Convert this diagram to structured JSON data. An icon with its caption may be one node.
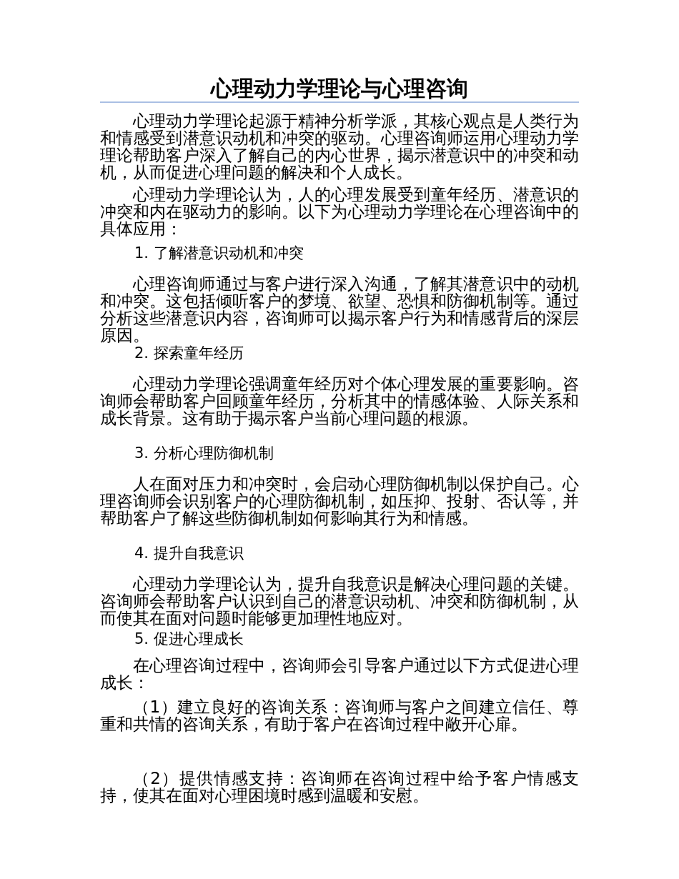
{
  "diagram": {
    "title": "心理动力学理论与心理咨询",
    "labels": [
      "心理动力学理论起源于精神分析学派，其核心观点是人类行为和情感受到潜意识动机和冲突的驱动。心理咨询师运用心理动力学理论帮助客户深入了解自己的内心世界，揭示潜意识中的冲突和动机，从而促进心理问题的解决和个人成长。",
      "心理动力学理论认为，人的心理发展受到童年经历、潜意识的冲突和内在驱动力的影响。以下为心理动力学理论在心理咨询中的具体应用：",
      "1. 了解潜意识动机和冲突",
      "心理咨询师通过与客户进行深入沟通，了解其潜意识中的动机和冲突。这包括倾听客户的梦境、欲望、恐惧和防御机制等。通过分析这些潜意识内容，咨询师可以揭示客户行为和情感背后的深层原因。",
      "2. 探索童年经历",
      "心理动力学理论强调童年经历对个体心理发展的重要影响。咨询师会帮助客户回顾童年经历，分析其中的情感体验、人际关系和成长背景。这有助于揭示客户当前心理问题的根源。",
      "3. 分析心理防御机制",
      "人在面对压力和冲突时，会启动心理防御机制以保护自己。心理咨询师会识别客户的心理防御机制，如压抑、投射、否认等，并帮助客户了解这些防御机制如何影响其行为和情感。",
      "4. 提升自我意识",
      "心理动力学理论认为，提升自我意识是解决心理问题的关键。咨询师会帮助客户认识到自己的潜意识动机、冲突和防御机制，从而使其在面对问题时能够更加理性地应对。",
      "5. 促进心理成长",
      "在心理咨询过程中，咨询师会引导客户通过以下方式促进心理成长：",
      "（1）建立良好的咨询关系：咨询师与客户之间建立信任、尊重和共情的咨询关系，有助于客户在咨询过程中敞开心扉。",
      "（2）提供情感支持：咨询师在咨询过程中给予客户情感支持，使其在面对心理困境时感到温暖和安慰。"
    ]
  }
}
